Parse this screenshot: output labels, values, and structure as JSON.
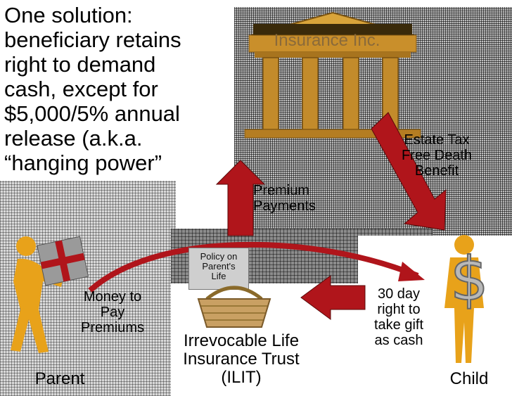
{
  "title": "One solution:\nbeneficiary retains\nright to demand\ncash, except for\n$5,000/5% annual\nrelease (a.k.a.\n“hanging power”",
  "insurer_label": "Insurance Inc.",
  "death_benefit_label": "Estate Tax\nFree Death\nBenefit",
  "premium_label": "Premium\nPayments",
  "policy_label": "Policy on\nParent's\nLife",
  "money_label": "Money to\nPay\nPremiums",
  "right_label": "30 day\nright to\ntake gift\nas cash",
  "trust_label": "Irrevocable Life\nInsurance Trust\n(ILIT)",
  "parent_label": "Parent",
  "child_label": "Child",
  "colors": {
    "arrow": "#b0151b",
    "gold": "#e8a21a",
    "column": "#c08a2a"
  },
  "icons": [
    "bank-building-icon",
    "person-with-gift-icon",
    "basket-icon",
    "person-with-dollar-icon"
  ]
}
